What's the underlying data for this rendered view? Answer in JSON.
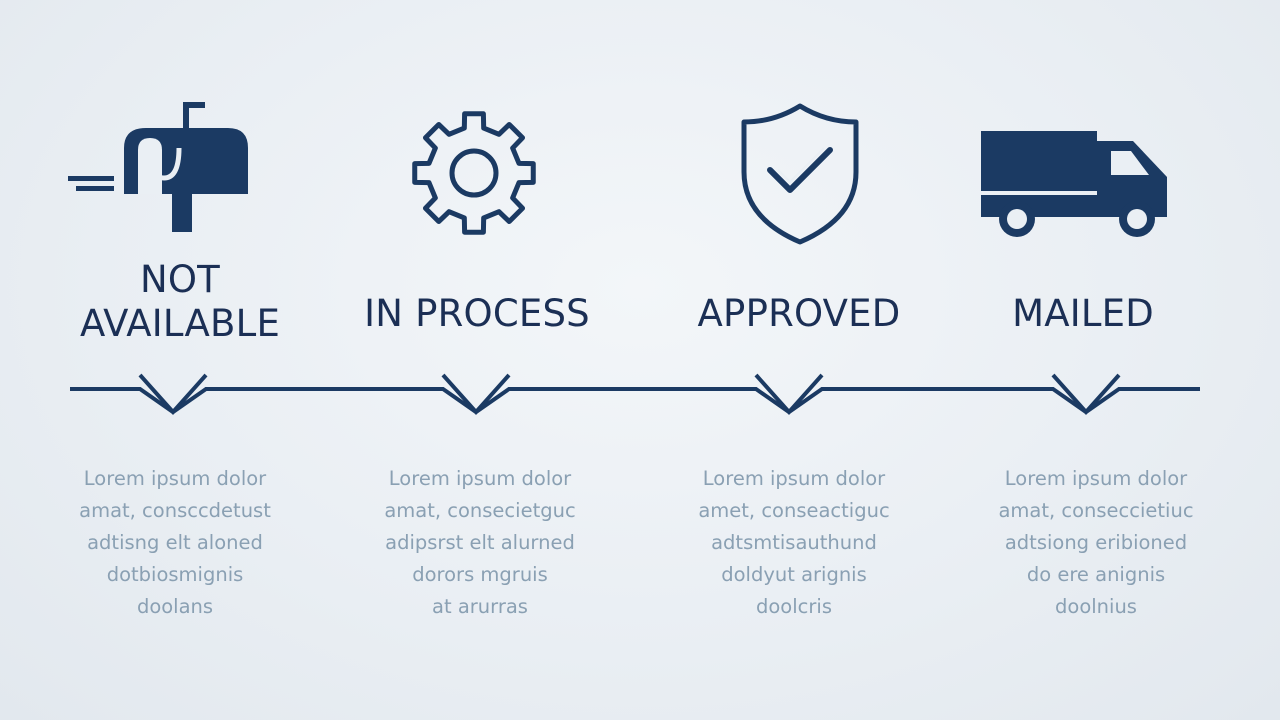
{
  "colors": {
    "primary": "#1b3a63",
    "title": "#1b2f55",
    "description": "#8aa0b3",
    "background": "#eaeff4"
  },
  "steps": [
    {
      "icon": "mailbox-icon",
      "title": "NOT\nAVAILABLE",
      "description": [
        "Lorem ipsum dolor",
        "amat, consccdetust",
        "adtisng elt aloned",
        "dotbiosmignis",
        "doolans"
      ]
    },
    {
      "icon": "gear-icon",
      "title": "IN PROCESS",
      "description": [
        "Lorem ipsum dolor",
        "amat, consecietguc",
        "adipsrst elt alurned",
        "dorors mgruis",
        "at arurras"
      ]
    },
    {
      "icon": "shield-check-icon",
      "title": "APPROVED",
      "description": [
        "Lorem ipsum dolor",
        "amet, conseactiguc",
        "adtsmtisauthund",
        "doldyut arignis",
        "doolcris"
      ]
    },
    {
      "icon": "truck-icon",
      "title": "MAILED",
      "description": [
        "Lorem ipsum dolor",
        "amat, conseccietiuc",
        "adtsiong eribioned",
        "do ere anignis",
        "doolnius"
      ]
    }
  ]
}
